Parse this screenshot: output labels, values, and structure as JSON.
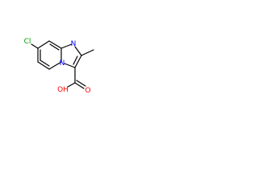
{
  "molecule": {
    "atoms": {
      "chlorine": {
        "symbol": "Cl",
        "color": "#00a000"
      },
      "ring_nitrogen_top": {
        "symbol": "N",
        "color": "#0000ff"
      },
      "ring_nitrogen_bridge": {
        "symbol": "N",
        "color": "#0000ff"
      },
      "hydroxyl": {
        "symbol": "OH",
        "color": "#ff0000"
      },
      "carbonyl_oxygen": {
        "symbol": "O",
        "color": "#ff0000"
      }
    }
  }
}
